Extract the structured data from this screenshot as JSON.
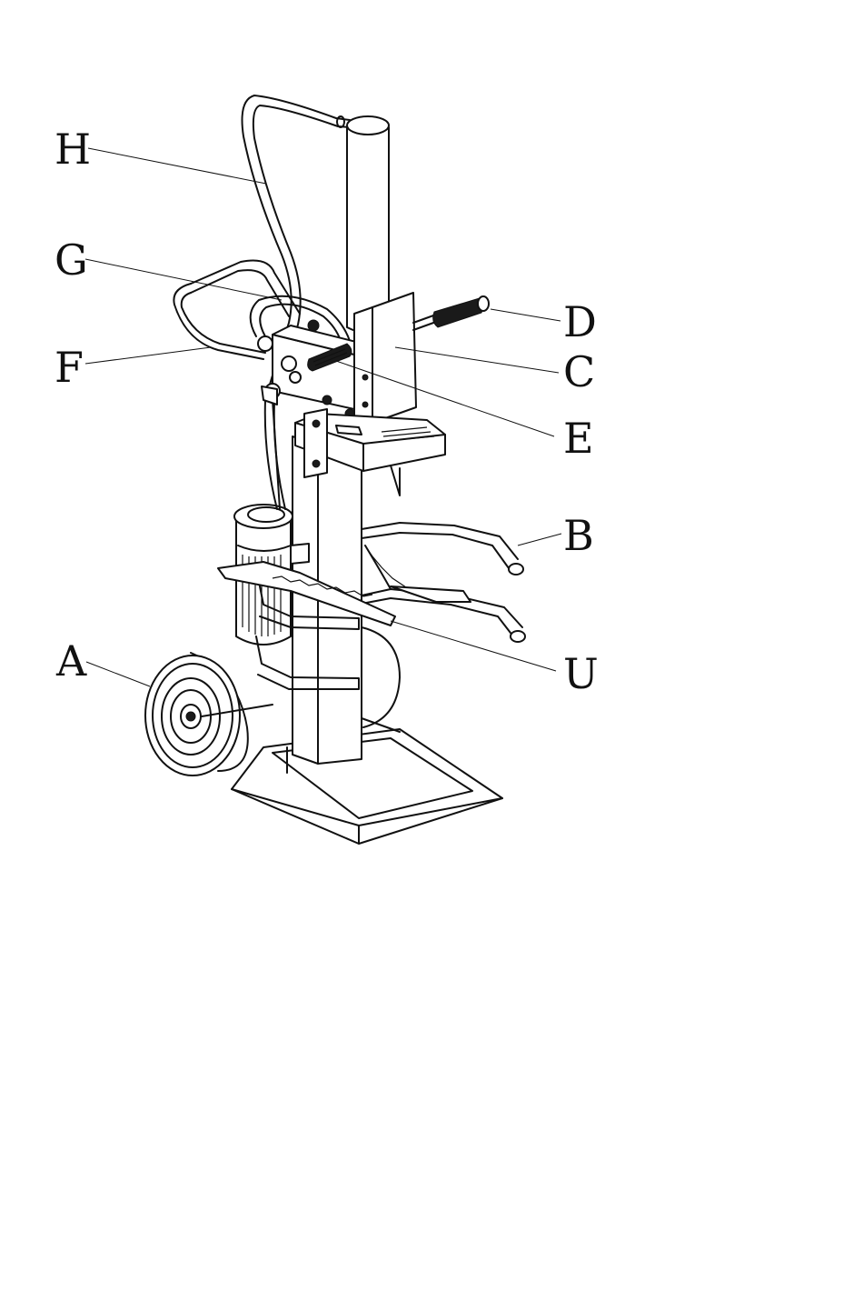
{
  "labels": {
    "H": "H",
    "G": "G",
    "F": "F",
    "D": "D",
    "C": "C",
    "E": "E",
    "B": "B",
    "U": "U",
    "A": "A"
  },
  "colors": {
    "line": "#111111",
    "background": "#ffffff"
  }
}
